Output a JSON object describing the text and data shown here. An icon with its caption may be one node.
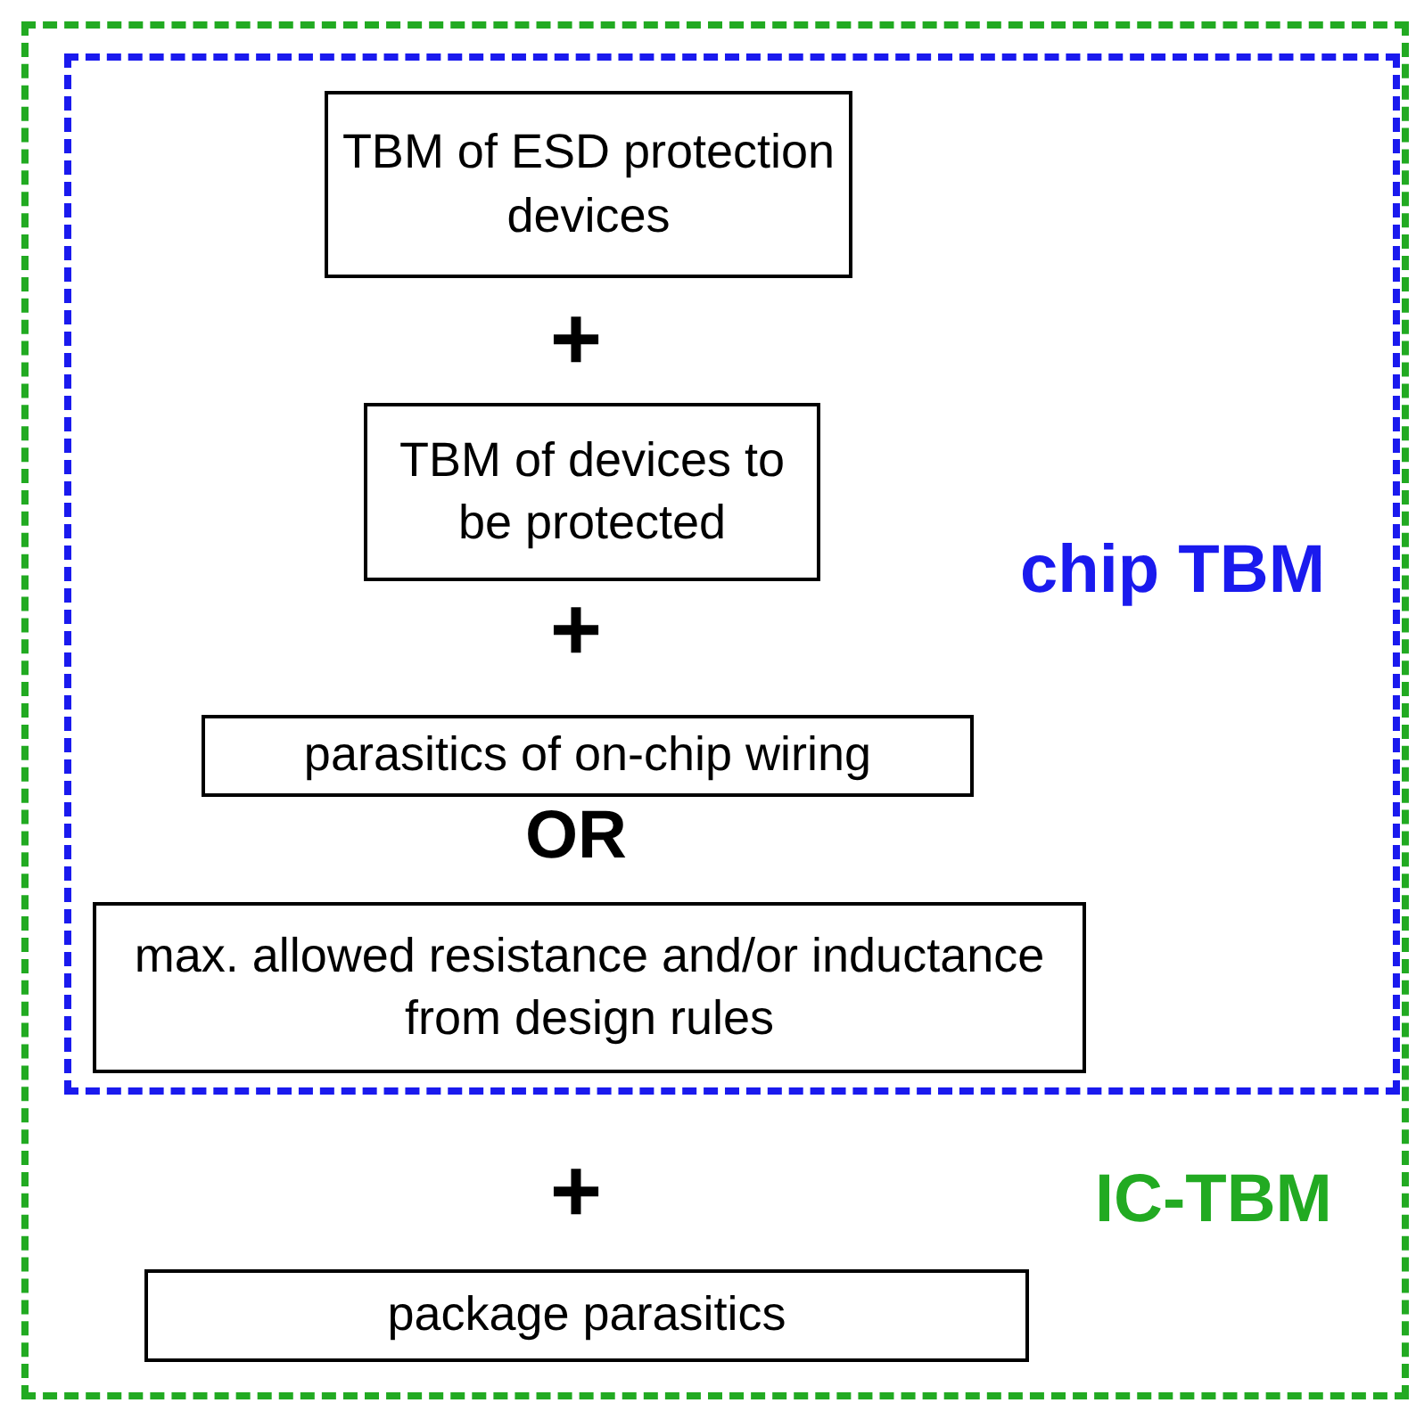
{
  "diagram": {
    "nodes": [
      {
        "text": [
          "IC-TBM"
        ]
      },
      {
        "text": [
          "chip TBM"
        ],
        "in": 0
      },
      {
        "text": [
          "TBM of ESD protection devices"
        ],
        "in": 1
      },
      {
        "text": [
          "TBM of devices to be protected"
        ],
        "in": 1
      },
      {
        "text": [
          "parasitics of on-chip wiring"
        ],
        "in": 1
      },
      {
        "text": [
          "max. allowed resistance and/or inductance from design rules"
        ],
        "in": 1
      },
      {
        "text": [
          "package parasitics"
        ],
        "in": 0
      }
    ],
    "labels": [
      "+",
      "+",
      "OR",
      "+"
    ]
  }
}
